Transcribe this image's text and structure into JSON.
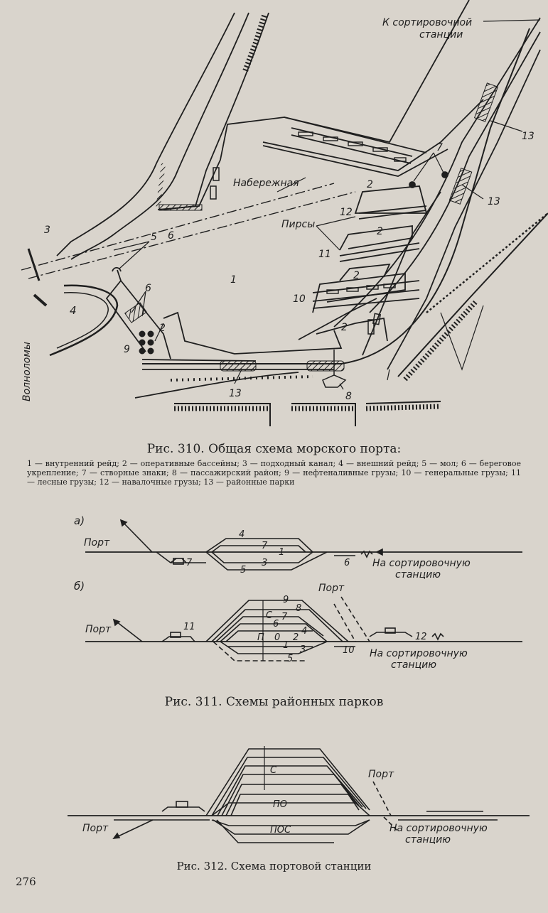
{
  "fig310": {
    "title": "Рис. 310. Общая схема морского порта:",
    "legend": "1 — внутренний рейд; 2 — оперативные бассейны; 3 — подходный канал; 4 — внешний рейд; 5 — мол; 6 — береговое укрепление; 7 — створные знаки; 8 — пассажирский район; 9 — нефтеналивные грузы; 10 — генеральные грузы; 11 — лесные грузы; 12 — навалочные грузы; 13 — районные парки",
    "labels": {
      "to_sorting": "К сортировочной",
      "to_sorting2": "станции",
      "embankment": "Набережная",
      "piers": "Пирсы",
      "breakwaters": "Волноломы",
      "n1": "1",
      "n2": "2",
      "n3": "3",
      "n4": "4",
      "n5": "5",
      "n6": "6",
      "n7": "7",
      "n8": "8",
      "n9": "9",
      "n10": "10",
      "n11": "11",
      "n12": "12",
      "n13": "13"
    }
  },
  "fig311": {
    "title": "Рис. 311. Схемы районных парков",
    "a": {
      "tag": "а)",
      "port": "Порт",
      "dest1": "На сортировочную",
      "dest2": "станцию",
      "t4": "4",
      "t7a": "7",
      "t1": "1",
      "t3": "3",
      "t5": "5",
      "t7b": "7",
      "t6": "6"
    },
    "b": {
      "tag": "б)",
      "port": "Порт",
      "port2": "Порт",
      "dest1": "На сортировочную",
      "dest2": "станцию",
      "t9": "9",
      "t8": "8",
      "tC": "С",
      "t7": "7",
      "t6": "6",
      "t4": "4",
      "tP": "П",
      "t0": "0",
      "t2": "2",
      "t1": "1",
      "t3": "3",
      "t5": "5",
      "t10": "10",
      "t11": "11",
      "t12": "12"
    }
  },
  "fig312": {
    "title": "Рис. 312. Схема портовой станции",
    "port": "Порт",
    "port2": "Порт",
    "dest1": "На сортировочную",
    "dest2": "станцию",
    "tC": "С",
    "tPO": "ПО",
    "tPOS": "ПОС"
  },
  "page_number": "276"
}
